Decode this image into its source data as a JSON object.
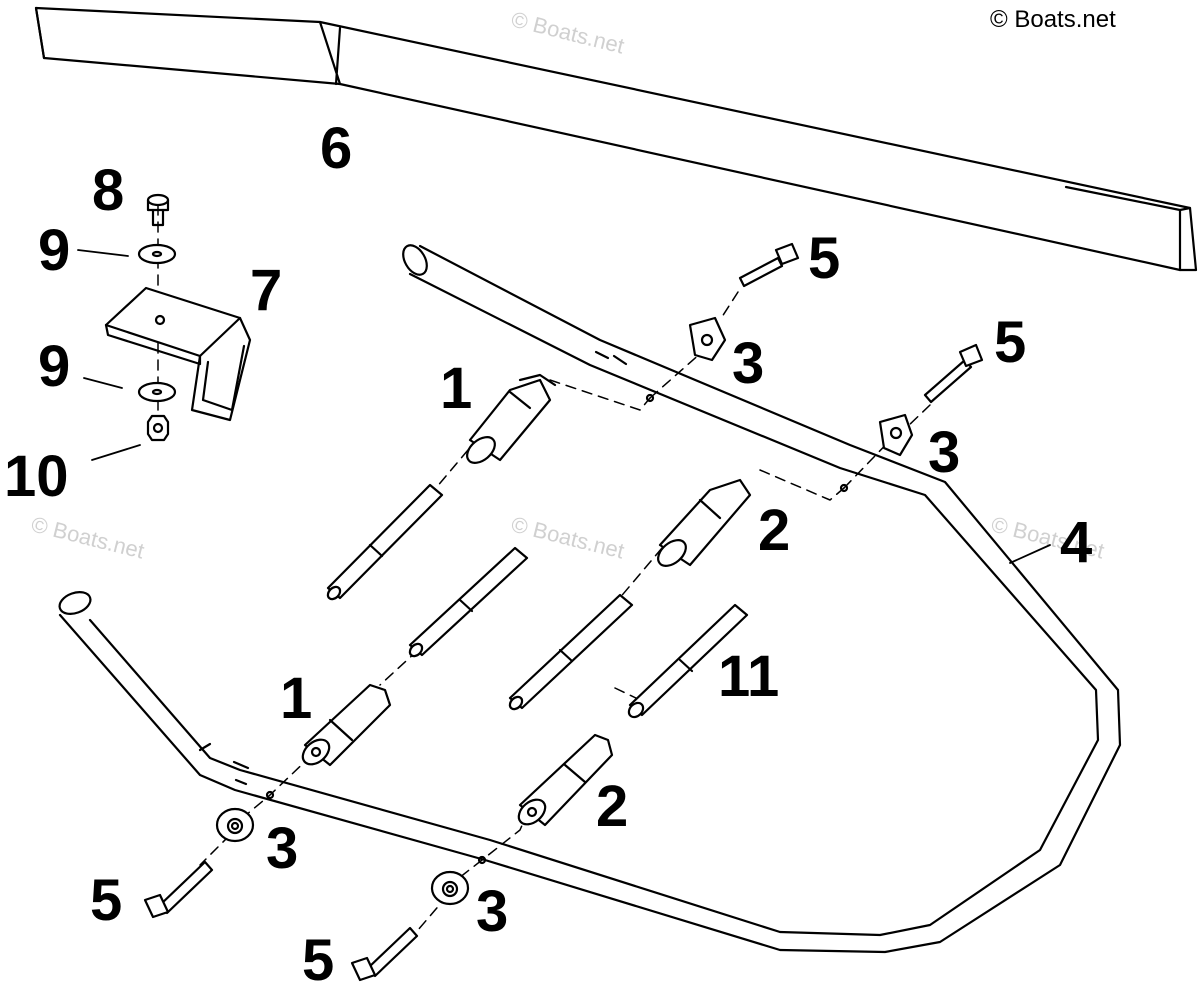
{
  "copyright": "© Boats.net",
  "watermark_text": "© Boats.net",
  "colors": {
    "ink": "#000000",
    "fill": "#ffffff",
    "watermark": "#d0d0d0"
  },
  "callouts": {
    "c1a": "1",
    "c1b": "1",
    "c2a": "2",
    "c2b": "2",
    "c3a": "3",
    "c3b": "3",
    "c3c": "3",
    "c3d": "3",
    "c4": "4",
    "c5a": "5",
    "c5b": "5",
    "c5c": "5",
    "c5d": "5",
    "c6": "6",
    "c7": "7",
    "c8": "8",
    "c9a": "9",
    "c9b": "9",
    "c10": "10",
    "c11": "11"
  }
}
